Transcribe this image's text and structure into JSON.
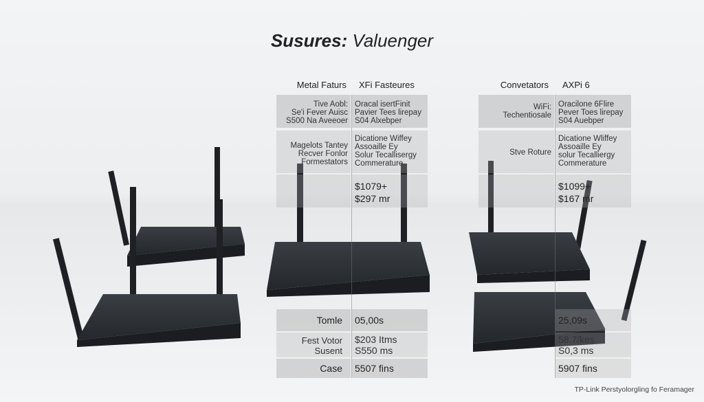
{
  "title": {
    "bold": "Susures:",
    "rest": " Valuenger"
  },
  "left_table": {
    "headers": [
      "Metal Faturs",
      "XFi Fasteures"
    ],
    "rows": [
      [
        "Tive Aobl:\nSe'i Fever Auisc\nS500 Na Aveeoer",
        "Oracal isertFinit\nPavier Tees lirepay\nS04 Alxebper"
      ],
      [
        "Magelots Tantey\nRecver Fonlor\nFormestators",
        "Dicatione Wiffey\nAssoaille Ey\nSolur Tecallisergy\nCommerature"
      ],
      [
        "",
        "$1079+\n$297 mr"
      ]
    ],
    "bottom_rows": [
      [
        "Tomle",
        "05,00s"
      ],
      [
        "Fest Votor\nSusent",
        "$203 Itms\nS550 ms"
      ],
      [
        "Case",
        "5507 fins"
      ]
    ]
  },
  "right_table": {
    "headers": [
      "Convetators",
      "AXPi 6"
    ],
    "rows": [
      [
        "WiFi:\nTechentiosale",
        "Oracilone 6Flire\nPever Toes lirepay\nS04 Auebper"
      ],
      [
        "Stve Roture",
        "Dicatione Wliffey\nAssoaille Ey\nsolur Tecalliergy\nCommerature"
      ],
      [
        "",
        "$1099+\n$167 mr"
      ]
    ],
    "bottom_rows": [
      [
        "",
        "25,09s"
      ],
      [
        "",
        "58.7/kes\nS0,3 ms"
      ],
      [
        "",
        "5907 fins"
      ]
    ]
  },
  "footer": "TP-Link Perstyolorgling fo Feramager",
  "colors": {
    "router": "#2b2e33",
    "router_dark": "#1b1d21",
    "cell_shade": "#a0a0a0"
  }
}
